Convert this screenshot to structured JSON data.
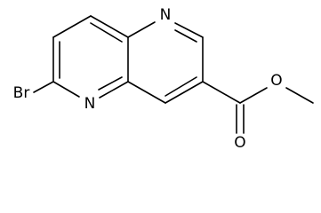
{
  "molecule": {
    "atoms": {
      "bromine": "Br",
      "nitrogen_top": "N",
      "nitrogen_bottom": "N",
      "oxygen_ester": "O",
      "oxygen_carbonyl": "O"
    }
  }
}
